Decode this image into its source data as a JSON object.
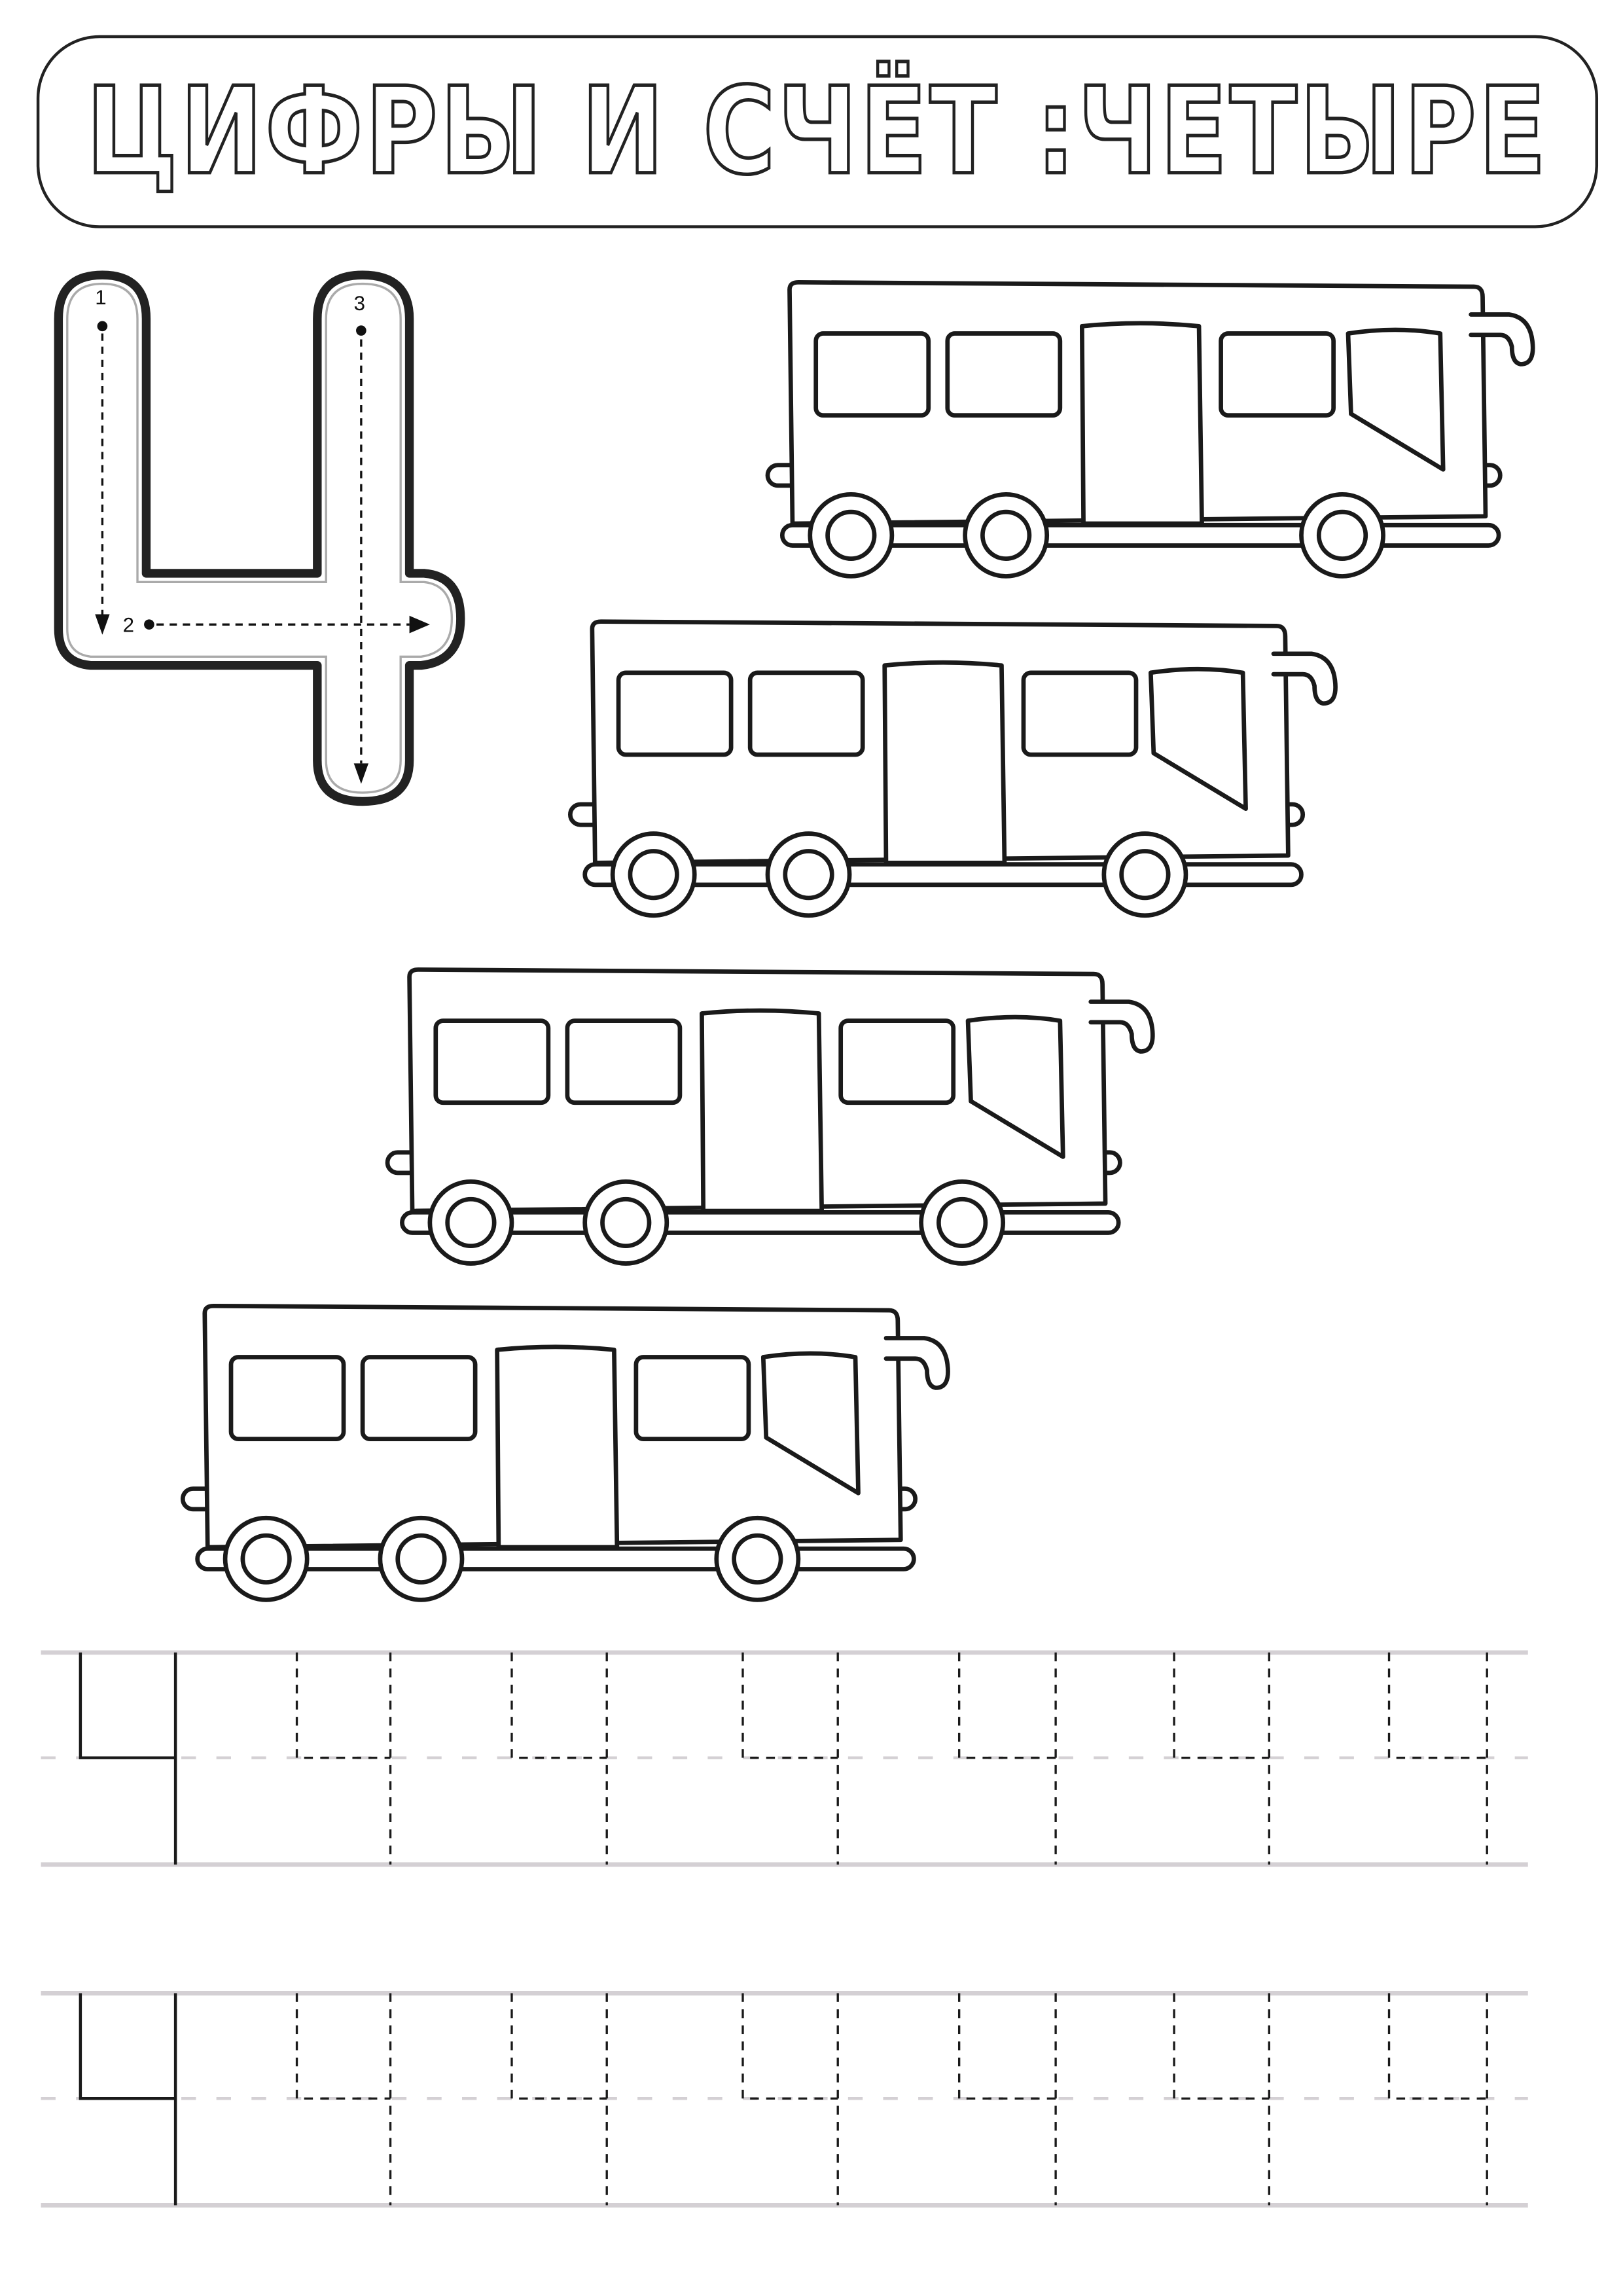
{
  "title": "ЦИФРЫ И СЧЁТ :ЧЕТЫРЕ",
  "digit": {
    "glyph": "Ч",
    "stroke_labels": [
      "1",
      "2",
      "3"
    ]
  },
  "buses": {
    "count": 4
  },
  "tracing": {
    "rows": 2,
    "dashed_per_row": 6
  },
  "colors": {
    "ink": "#1a1a1a",
    "guide": "#d4d0d4"
  }
}
